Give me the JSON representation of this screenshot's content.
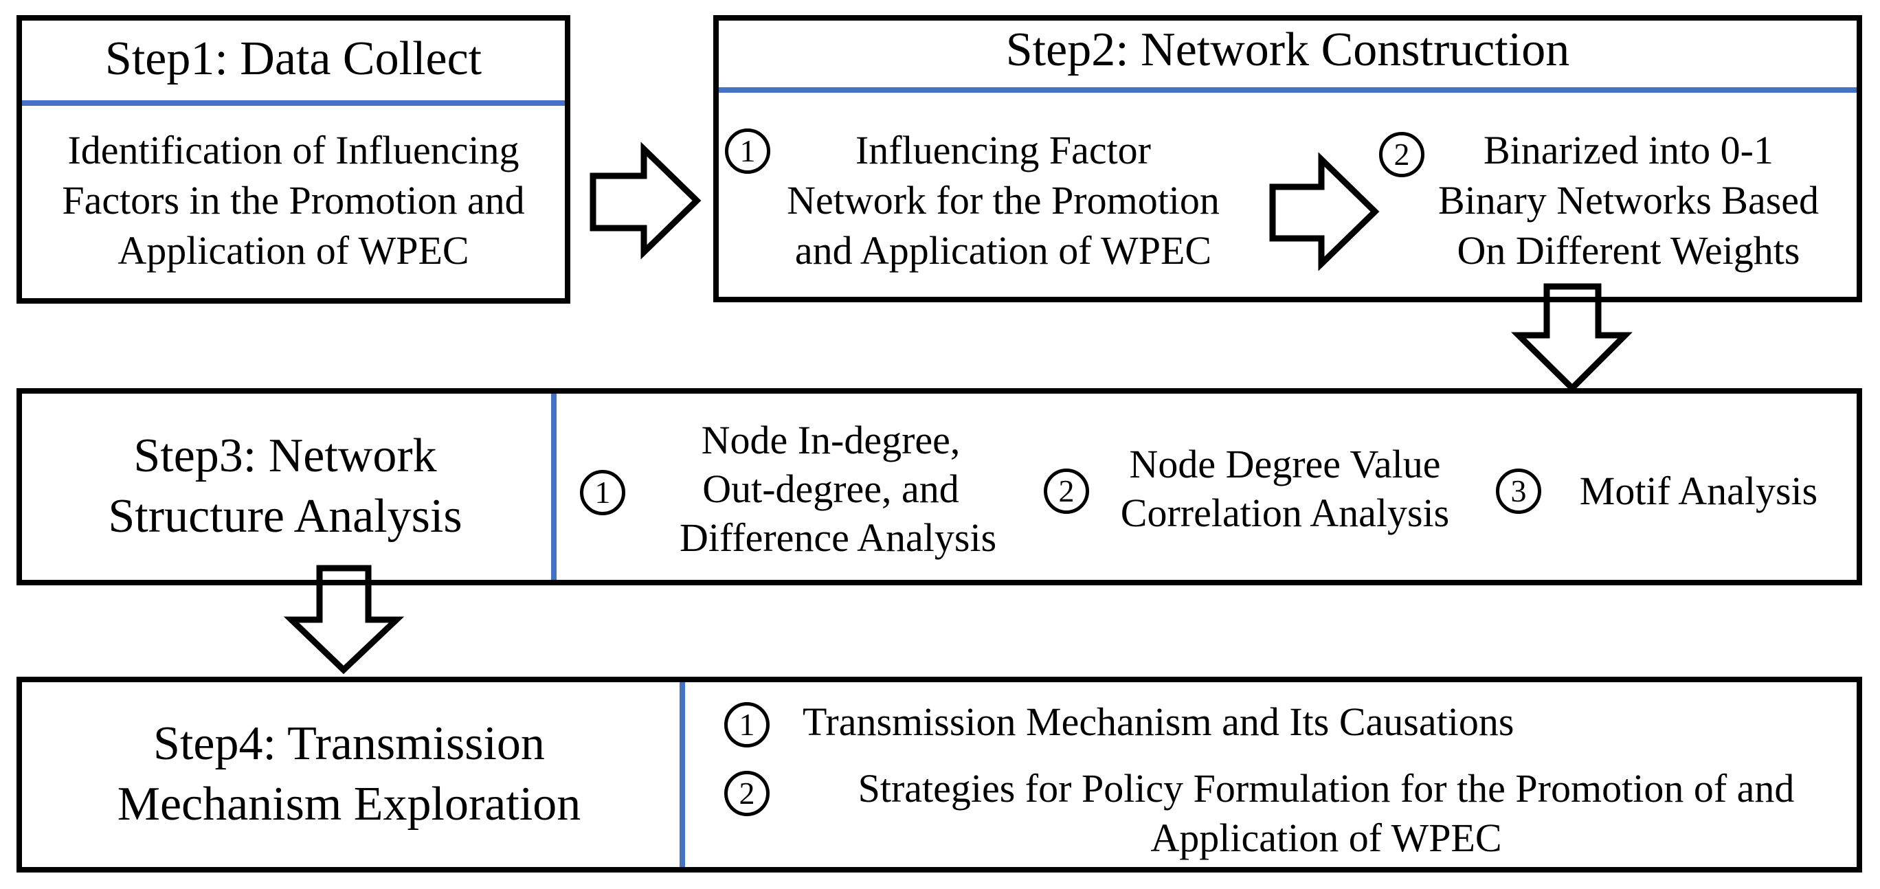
{
  "colors": {
    "border": "#000000",
    "accent_blue": "#4472C4",
    "background": "#ffffff",
    "text": "#000000"
  },
  "steps": {
    "step1": {
      "title": "Step1: Data Collect",
      "body_lines": [
        "Identification of Influencing",
        "Factors in the Promotion and",
        "Application of WPEC"
      ]
    },
    "step2": {
      "title": "Step2: Network Construction",
      "items": [
        {
          "marker": "1",
          "lines": [
            "Influencing Factor",
            "Network for the Promotion",
            "and Application of WPEC"
          ]
        },
        {
          "marker": "2",
          "lines": [
            "Binarized into 0-1",
            "Binary Networks Based",
            "On Different Weights"
          ]
        }
      ]
    },
    "step3": {
      "title_lines": [
        "Step3: Network",
        "Structure Analysis"
      ],
      "items": [
        {
          "marker": "1",
          "lines": [
            "Node In-degree,",
            "Out-degree, and",
            "Difference Analysis"
          ]
        },
        {
          "marker": "2",
          "lines": [
            "Node Degree Value",
            "Correlation  Analysis"
          ]
        },
        {
          "marker": "3",
          "lines": [
            "Motif Analysis"
          ]
        }
      ]
    },
    "step4": {
      "title_lines": [
        "Step4: Transmission",
        "Mechanism Exploration"
      ],
      "items": [
        {
          "marker": "1",
          "lines": [
            "Transmission Mechanism and Its Causations"
          ]
        },
        {
          "marker": "2",
          "lines": [
            "Strategies for Policy  Formulation for the Promotion of and",
            "Application of WPEC"
          ]
        }
      ]
    }
  },
  "arrows": [
    "step1-to-step2",
    "step2-item1-to-item2",
    "step2-to-step3",
    "step3-to-step4"
  ]
}
